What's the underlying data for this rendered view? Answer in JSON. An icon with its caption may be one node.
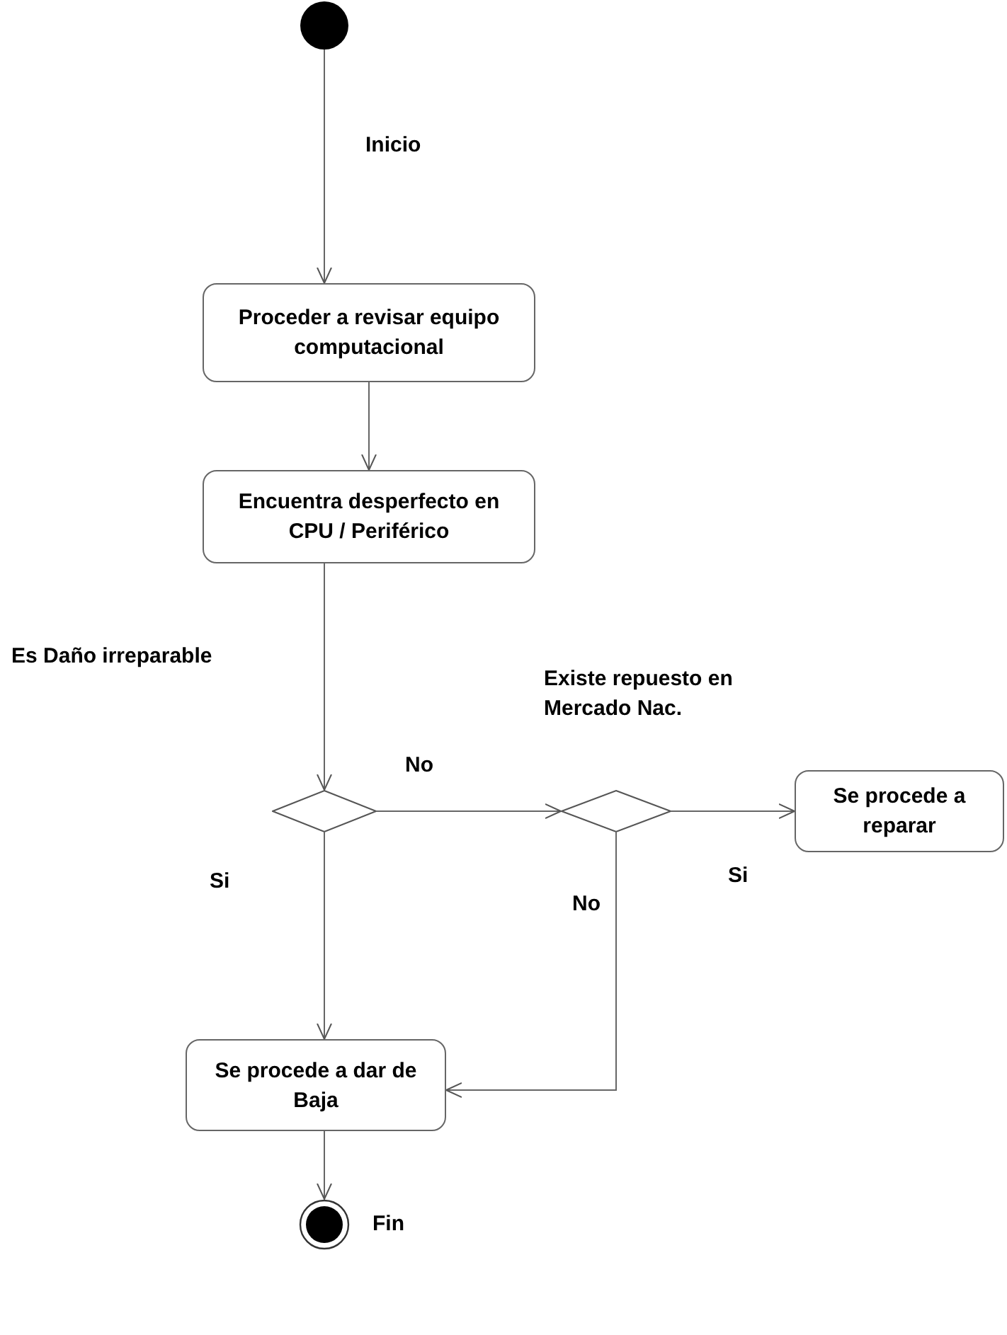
{
  "diagram": {
    "nodes": [
      {
        "text": [],
        "shape": "circle"
      },
      {
        "text": [
          "Proceder a revisar equipo computacional"
        ]
      },
      {
        "text": [
          "Encuentra desperfecto en CPU / Periférico"
        ]
      },
      {
        "text": [],
        "shape": "diamond"
      },
      {
        "text": [],
        "shape": "diamond",
        "beside": [
          "Existe repuesto en Mercado Nac."
        ]
      },
      {
        "text": [
          "Se procede a reparar"
        ]
      },
      {
        "text": [
          "Se procede a dar de Baja"
        ]
      },
      {
        "text": [],
        "shape": "circle",
        "beside": [
          "Fin"
        ]
      }
    ],
    "edges": [
      {
        "from": 0,
        "to": 1,
        "arrow": "to"
      },
      {
        "from": 1,
        "to": 2,
        "arrow": "to"
      },
      {
        "from": 2,
        "to": 3,
        "arrow": "to"
      },
      {
        "from": 3,
        "to": 4,
        "arrow": "to",
        "label": "No"
      },
      {
        "from": 4,
        "to": 5,
        "arrow": "to",
        "label": "Si"
      },
      {
        "from": 3,
        "to": 6,
        "arrow": "to",
        "label": "Si"
      },
      {
        "from": 4,
        "to": 6,
        "arrow": "to",
        "label": "No"
      },
      {
        "from": 6,
        "to": 7,
        "arrow": "to"
      }
    ],
    "labels": [
      "Inicio",
      "Es Daño irreparable"
    ]
  }
}
